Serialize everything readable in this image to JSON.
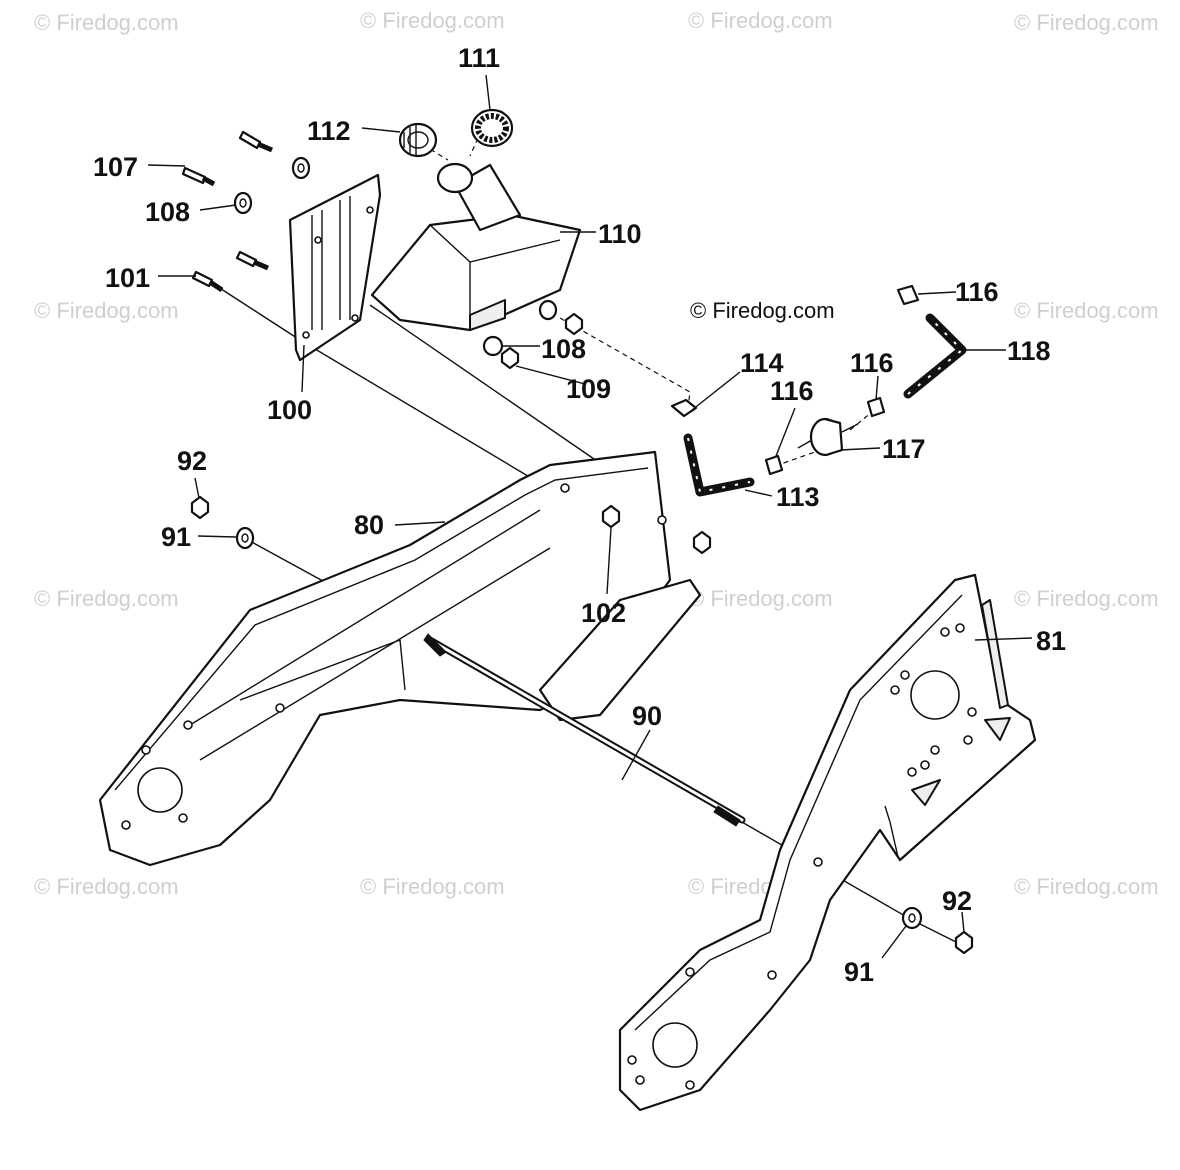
{
  "watermark_text": "© Firedog.com",
  "credit_text": "© Firedog.com",
  "callouts": {
    "c111": "111",
    "c112": "112",
    "c107": "107",
    "c108a": "108",
    "c110": "110",
    "c101": "101",
    "c108b": "108",
    "c109": "109",
    "c100": "100",
    "c116a": "116",
    "c118": "118",
    "c114": "114",
    "c116b": "116",
    "c116c": "116",
    "c117": "117",
    "c113": "113",
    "c92a": "92",
    "c91a": "91",
    "c80": "80",
    "c102": "102",
    "c81": "81",
    "c90": "90",
    "c92b": "92",
    "c91b": "91"
  },
  "colors": {
    "line": "#111111",
    "watermark": "#cfcfcf",
    "background": "#ffffff"
  }
}
